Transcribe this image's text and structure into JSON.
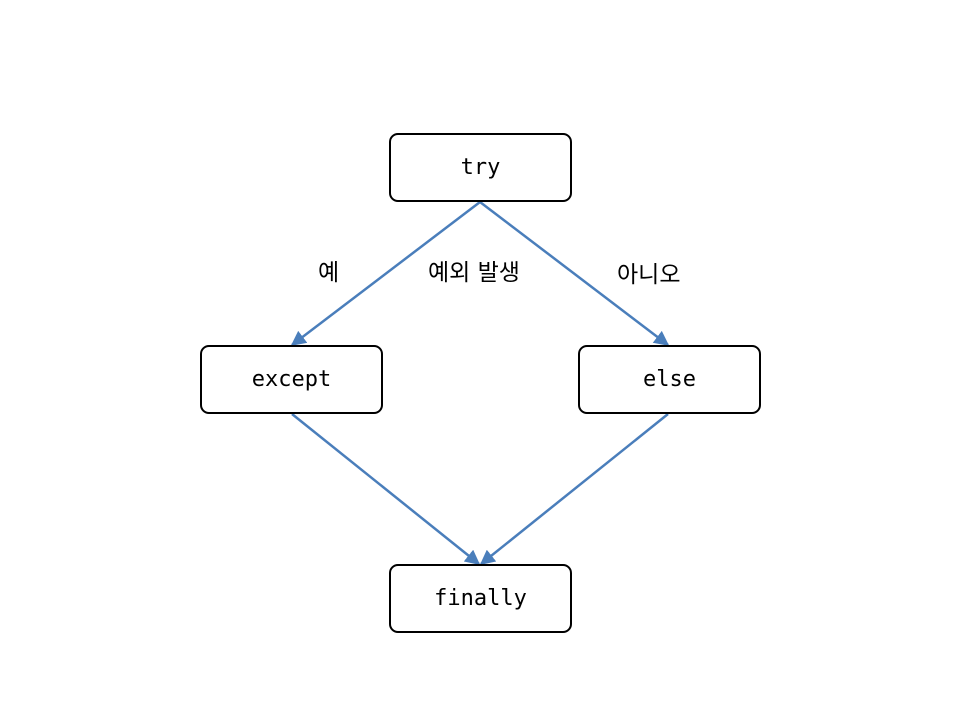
{
  "colors": {
    "edge": "#4a7ebb",
    "node_border": "#000000",
    "text": "#000000",
    "background": "#ffffff"
  },
  "nodes": {
    "try": "try",
    "except": "except",
    "else": "else",
    "finally": "finally"
  },
  "labels": {
    "yes": "예",
    "condition": "예외 발생",
    "no": "아니오"
  },
  "edges": [
    {
      "from": "try",
      "to": "except",
      "label": "예"
    },
    {
      "from": "try",
      "to": "else",
      "label": "아니오"
    },
    {
      "from": "except",
      "to": "finally"
    },
    {
      "from": "else",
      "to": "finally"
    }
  ]
}
